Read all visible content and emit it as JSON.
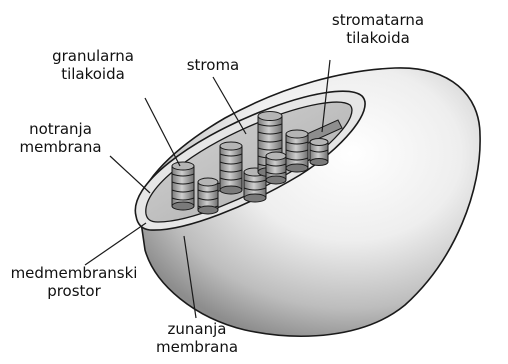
{
  "labels": {
    "stromatarna": {
      "line1": "stromatarna",
      "line2": "tilakoida"
    },
    "granularna": {
      "line1": "granularna",
      "line2": "tilakoida"
    },
    "stroma": {
      "line1": "stroma"
    },
    "notranja": {
      "line1": "notranja",
      "line2": "membrana"
    },
    "medmembranski": {
      "line1": "medmembranski",
      "line2": "prostor"
    },
    "zunanja": {
      "line1": "zunanja",
      "line2": "membrana"
    }
  },
  "colors": {
    "ink": "#1a1a1a",
    "body_light": "#f3f3f3",
    "body_shade": "#9a9a9a",
    "interior": "#c8c8c8",
    "grana": "#9a9a9a"
  }
}
